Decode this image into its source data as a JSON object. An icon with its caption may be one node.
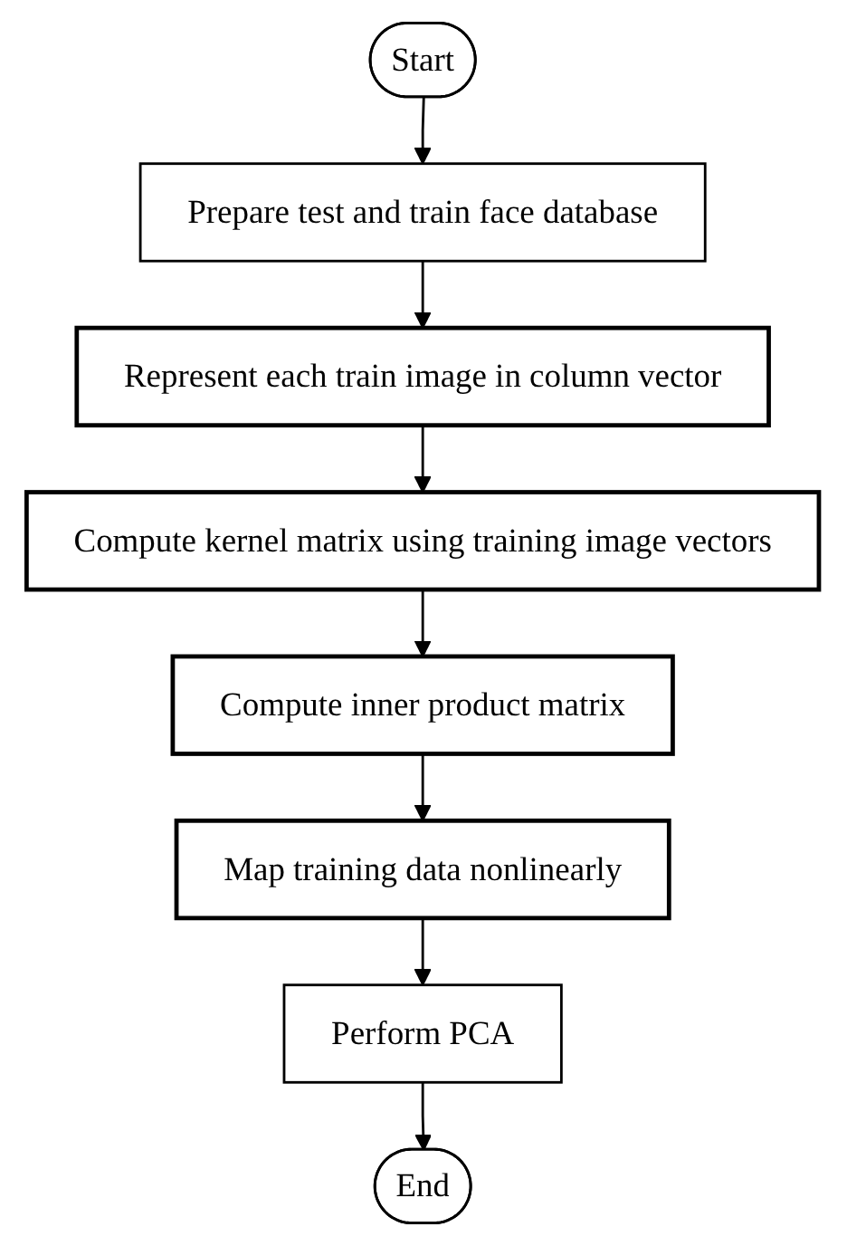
{
  "diagram": {
    "nodes": [
      {
        "text": [
          "Start"
        ]
      },
      {
        "text": [
          "Prepare test and train face database"
        ]
      },
      {
        "text": [
          "Represent each train image in column vector"
        ]
      },
      {
        "text": [
          "Compute kernel matrix using training image vectors"
        ]
      },
      {
        "text": [
          "Compute inner product matrix"
        ]
      },
      {
        "text": [
          "Map training data nonlinearly"
        ]
      },
      {
        "text": [
          "Perform PCA"
        ]
      },
      {
        "text": [
          "End"
        ]
      }
    ],
    "edges": [
      {
        "from": 0,
        "to": 1,
        "arrow": "to"
      },
      {
        "from": 1,
        "to": 2,
        "arrow": "to"
      },
      {
        "from": 2,
        "to": 3,
        "arrow": "to"
      },
      {
        "from": 3,
        "to": 4,
        "arrow": "to"
      },
      {
        "from": 4,
        "to": 5,
        "arrow": "to"
      },
      {
        "from": 5,
        "to": 6,
        "arrow": "to"
      },
      {
        "from": 6,
        "to": 7,
        "arrow": "to"
      }
    ]
  }
}
